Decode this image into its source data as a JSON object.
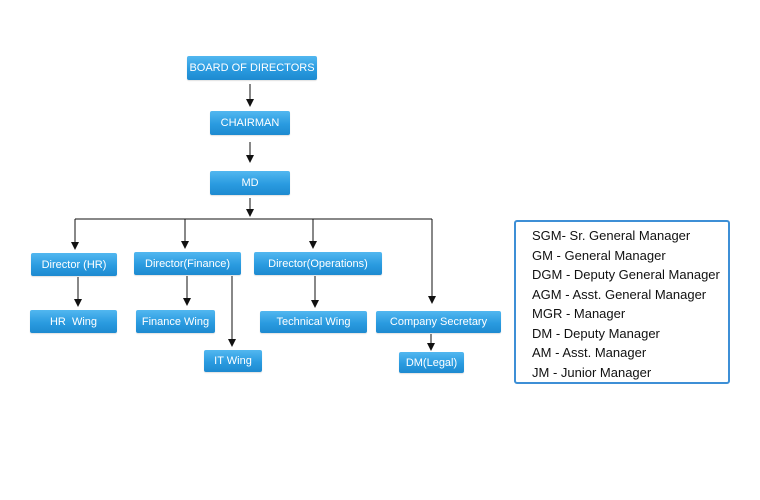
{
  "chart": {
    "board": "BOARD OF DIRECTORS",
    "chairman": "CHAIRMAN",
    "md": "MD",
    "director_hr": "Director (HR)",
    "director_finance": "Director(Finance)",
    "director_operations": "Director(Operations)",
    "hr_wing": "HR  Wing",
    "finance_wing": "Finance Wing",
    "it_wing": "IT Wing",
    "technical_wing": "Technical Wing",
    "company_secretary": "Company Secretary",
    "dm_legal": "DM(Legal)"
  },
  "legend": {
    "items": [
      "SGM- Sr. General Manager",
      "GM - General Manager",
      "DGM - Deputy General Manager",
      "AGM - Asst. General Manager",
      "MGR - Manager",
      "DM - Deputy Manager",
      "AM - Asst. Manager",
      "JM - Junior Manager"
    ]
  },
  "colors": {
    "node_fill": "#2a9be0",
    "node_text": "#ffffff",
    "connector": "#111111",
    "legend_border": "#3d8fd6"
  }
}
